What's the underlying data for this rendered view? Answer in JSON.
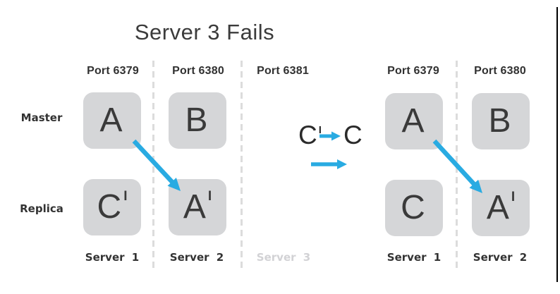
{
  "title": "Server 3 Fails",
  "colors": {
    "arrow_blue": "#29ABE2",
    "node_gray": "#D5D6D8",
    "text_dark": "#333333",
    "failed_gray": "#D2D2D5",
    "dash_gray": "#DCDCDC"
  },
  "row_labels": {
    "master": "Master",
    "replica": "Replica"
  },
  "left_cluster": {
    "ports": [
      "Port 6379",
      "Port 6380",
      "Port 6381"
    ],
    "nodes": {
      "master": [
        {
          "letter": "A",
          "prime": ""
        },
        {
          "letter": "B",
          "prime": ""
        }
      ],
      "replica": [
        {
          "letter": "C",
          "prime": "I"
        },
        {
          "letter": "A",
          "prime": "I"
        }
      ]
    },
    "servers": [
      "Server 1",
      "Server 2",
      "Server 3"
    ],
    "failed_server": "Server 3"
  },
  "transition": {
    "from_letter": "C",
    "from_prime": "I",
    "to_letter": "C"
  },
  "right_cluster": {
    "ports": [
      "Port 6379",
      "Port 6380"
    ],
    "nodes": {
      "master": [
        {
          "letter": "A",
          "prime": ""
        },
        {
          "letter": "B",
          "prime": ""
        }
      ],
      "replica": [
        {
          "letter": "C",
          "prime": ""
        },
        {
          "letter": "A",
          "prime": "I"
        }
      ]
    },
    "servers": [
      "Server 1",
      "Server 2"
    ]
  }
}
